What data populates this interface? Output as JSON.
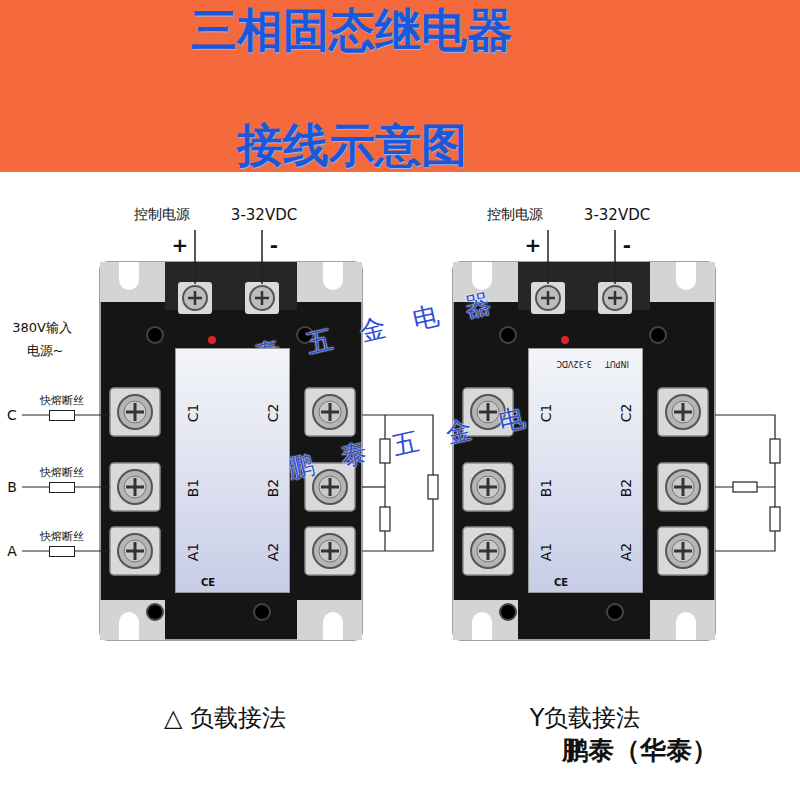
{
  "diagram": {
    "title": "三相固态继电器 接线示意图",
    "nodes": [
      {
        "text": [
          "快熔断丝"
        ]
      },
      {
        "text": [
          "快熔断丝"
        ]
      },
      {
        "text": [
          "快熔断丝"
        ]
      },
      {
        "text": [
          "C1",
          "B1",
          "A1",
          "C2",
          "B2",
          "A2",
          "CE"
        ]
      },
      {
        "text": [
          "INPUT",
          "3-32VDC",
          "C1",
          "B1",
          "A1",
          "C2",
          "B2",
          "A2",
          "CE"
        ]
      }
    ],
    "labels": [
      "控制电源",
      "3-32VDC",
      "+",
      "-",
      "控制电源",
      "3-32VDC",
      "+",
      "-",
      "380V输入",
      "电源~",
      "C",
      "B",
      "A",
      "鹏泰五金电器",
      "鹏泰五金电器",
      "△ 负载接法",
      "Y负载接法",
      "鹏泰（华泰）"
    ]
  }
}
